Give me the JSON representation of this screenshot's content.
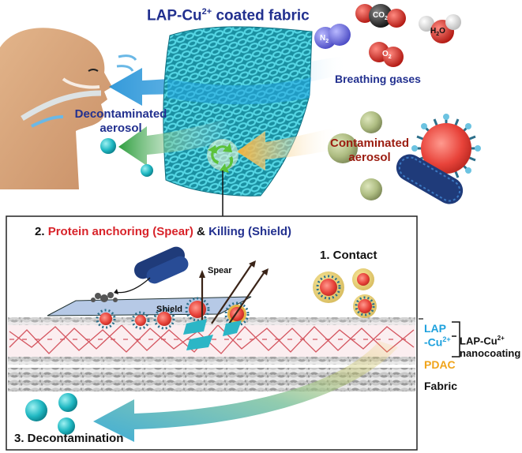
{
  "header": {
    "title_main": "LAP-Cu",
    "title_sup": "2+",
    "title_rest": " coated fabric"
  },
  "gases": {
    "label": "Breathing gases",
    "n2": "N",
    "n2_sub": "2",
    "co2": "CO",
    "co2_sub": "2",
    "h2o_h": "H",
    "h2o_sub": "2",
    "h2o_o": "O",
    "o2": "O",
    "o2_sub": "2"
  },
  "aerosol": {
    "decontaminated": "Decontaminated aerosol",
    "contaminated": "Contaminated aerosol"
  },
  "panel": {
    "step2_num": "2. ",
    "step2_spear": "Protein anchoring (Spear)",
    "step2_amp": " & ",
    "step2_shield": "Killing (Shield)",
    "step1": "1. Contact",
    "step3": "3. Decontamination",
    "spear_label": "Spear",
    "shield_label": "Shield"
  },
  "layers": {
    "lap_line1": "LAP",
    "lap_line2": "-Cu",
    "lap_sup": "2+",
    "pdac": "PDAC",
    "fabric": "Fabric",
    "nano_line1": "LAP-Cu",
    "nano_sup": "2+",
    "nano_line2": "nanocoating"
  },
  "colors": {
    "dark_blue": "#22308f",
    "red": "#d8232a",
    "dark_red": "#9b1c10",
    "cyan": "#1ea1dd",
    "orange": "#f0a41a",
    "teal": "#2cb6c6"
  }
}
